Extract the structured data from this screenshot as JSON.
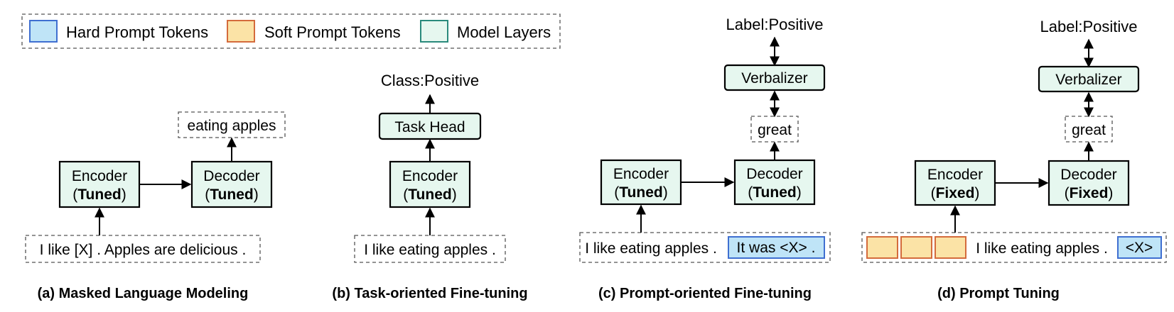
{
  "legend": {
    "hard_prompt": "Hard Prompt Tokens",
    "soft_prompt": "Soft Prompt Tokens",
    "model_layers": "Model Layers"
  },
  "colors": {
    "hard_fill": "#bfe4f7",
    "hard_stroke": "#3f6fd1",
    "soft_fill": "#fbe3a6",
    "soft_stroke": "#d46b3c",
    "model_fill": "#e6f7ef",
    "model_stroke": "#000000"
  },
  "panel_a": {
    "caption": "(a) Masked Language Modeling",
    "input": "I like [X] .  Apples are delicious .",
    "encoder": "Encoder",
    "encoder_state": "Tuned",
    "decoder": "Decoder",
    "decoder_state": "Tuned",
    "output": "eating apples"
  },
  "panel_b": {
    "caption": "(b) Task-oriented Fine-tuning",
    "input": "I like eating apples .",
    "encoder": "Encoder",
    "encoder_state": "Tuned",
    "head": "Task Head",
    "output": "Class:Positive"
  },
  "panel_c": {
    "caption": "(c) Prompt-oriented Fine-tuning",
    "input": "I like eating apples .",
    "prompt": "It was <X> .",
    "encoder": "Encoder",
    "encoder_state": "Tuned",
    "decoder": "Decoder",
    "decoder_state": "Tuned",
    "word": "great",
    "verbalizer": "Verbalizer",
    "output": "Label:Positive"
  },
  "panel_d": {
    "caption": "(d) Prompt Tuning",
    "input": "I like eating apples .",
    "prompt": "<X>",
    "encoder": "Encoder",
    "encoder_state": "Fixed",
    "decoder": "Decoder",
    "decoder_state": "Fixed",
    "word": "great",
    "verbalizer": "Verbalizer",
    "output": "Label:Positive"
  },
  "paren_open": "(",
  "paren_close": ")"
}
